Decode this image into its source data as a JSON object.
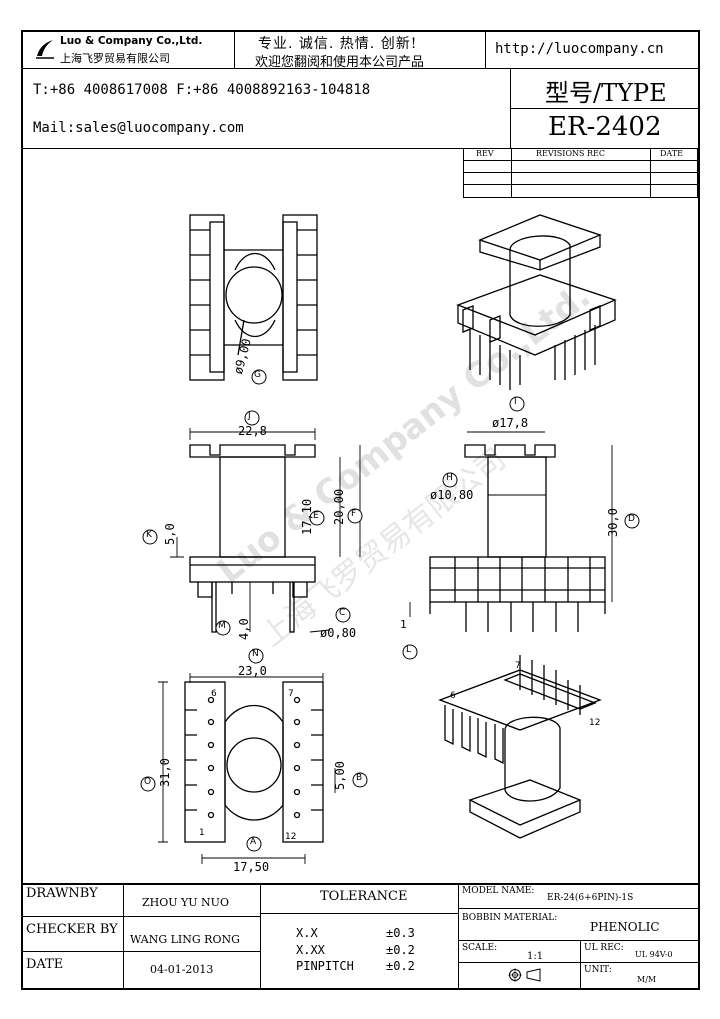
{
  "header": {
    "company_name": "Luo & Company Co.,Ltd.",
    "company_name_cn": "上海飞罗贸易有限公司",
    "slogan_line1": "专业. 诚信. 热情. 创新!",
    "slogan_line2": "欢迎您翻阅和使用本公司产品",
    "website": "http://luocompany.cn",
    "phone_fax": "T:+86 4008617008 F:+86 4008892163-104818",
    "mail": "Mail:sales@luocompany.com",
    "type_label": "型号/TYPE",
    "type_value": "ER-2402"
  },
  "revisions": {
    "col_rev": "REV",
    "col_rec": "REVISIONS REC",
    "col_date": "DATE"
  },
  "watermark": {
    "en": "Luo & Company Co.,Ltd.",
    "cn": "上海飞罗贸易有限公司"
  },
  "drawing": {
    "top_view": {
      "dia": "ø9,00",
      "ref": "G"
    },
    "iso_top_ref": "I",
    "front": {
      "width": "22,8",
      "width_ref": "J",
      "h1": "17,10",
      "h1_ref": "E",
      "h2": "20,00",
      "h2_ref": "F",
      "flange": "5,0",
      "flange_ref": "K",
      "pin_len": "4,0",
      "pin_ref": "M",
      "pin_dia": "ø0,80",
      "pin_dia_ref": "C"
    },
    "side": {
      "top_w": "ø17,8",
      "core": "ø10,80",
      "core_ref": "H",
      "height": "30,0",
      "height_ref": "D",
      "small": "1",
      "small_ref": "L"
    },
    "bottom": {
      "overall": "23,0",
      "overall_ref": "N",
      "length": "31,0",
      "length_ref": "O",
      "pitch": "5,00",
      "pitch_ref": "B",
      "row_span": "17,50",
      "row_span_ref": "A",
      "pin1": "1",
      "pin6": "6",
      "pin7": "7",
      "pin12": "12"
    },
    "iso_bottom": {
      "pin6": "6",
      "pin7": "7",
      "pin12": "12"
    }
  },
  "title_block": {
    "drawnby_label": "DRAWNBY",
    "drawnby_value": "ZHOU YU NUO",
    "checker_label": "CHECKER BY",
    "checker_value": "WANG LING RONG",
    "date_label": "DATE",
    "date_value": "04-01-2013",
    "tolerance_label": "TOLERANCE",
    "tol_rows": [
      {
        "k": "X.X",
        "v": "±0.3"
      },
      {
        "k": "X.XX",
        "v": "±0.2"
      },
      {
        "k": "PINPITCH",
        "v": "±0.2"
      }
    ],
    "model_label": "MODEL NAME:",
    "model_value": "ER-24(6+6PIN)-1S",
    "bobbin_label": "BOBBIN MATERIAL:",
    "bobbin_value": "PHENOLIC",
    "scale_label": "SCALE:",
    "scale_value": "1:1",
    "ulrec_label": "UL REC:",
    "ulrec_value": "UL 94V-0",
    "unit_label": "UNIT:",
    "unit_value": "M/M"
  }
}
